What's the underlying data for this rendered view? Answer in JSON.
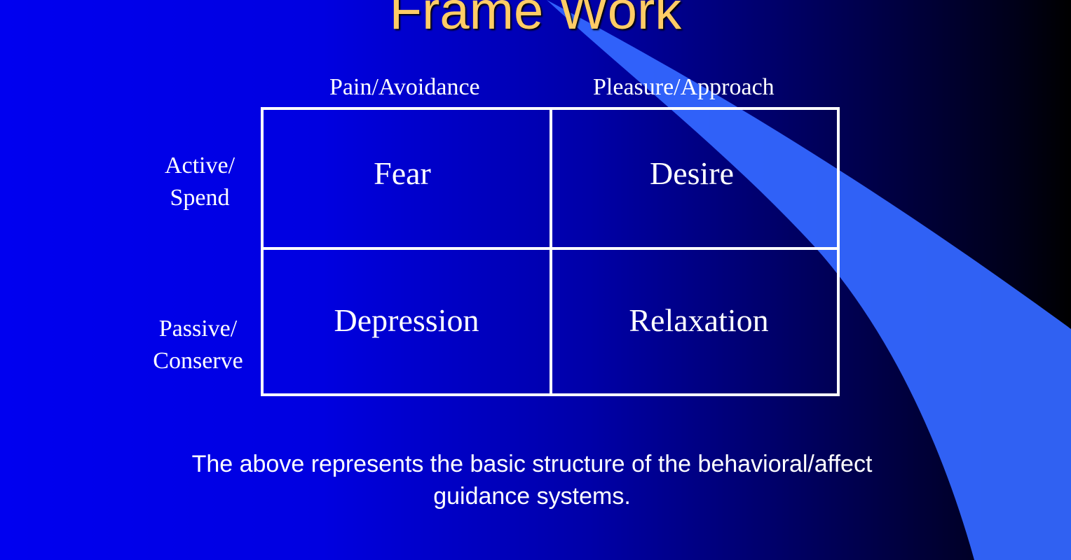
{
  "title": "Frame Work",
  "columns": [
    "Pain/Avoidance",
    "Pleasure/Approach"
  ],
  "rows": [
    {
      "line1": "Active/",
      "line2": "Spend"
    },
    {
      "line1": "Passive/",
      "line2": "Conserve"
    }
  ],
  "cells": [
    "Fear",
    "Desire",
    "Depression",
    "Relaxation"
  ],
  "caption_line1": "The above represents the basic structure of the behavioral/affect",
  "caption_line2": "guidance systems.",
  "colors": {
    "title": "#ffcc66",
    "swoosh": "#3366ff",
    "text": "#ffffff"
  }
}
